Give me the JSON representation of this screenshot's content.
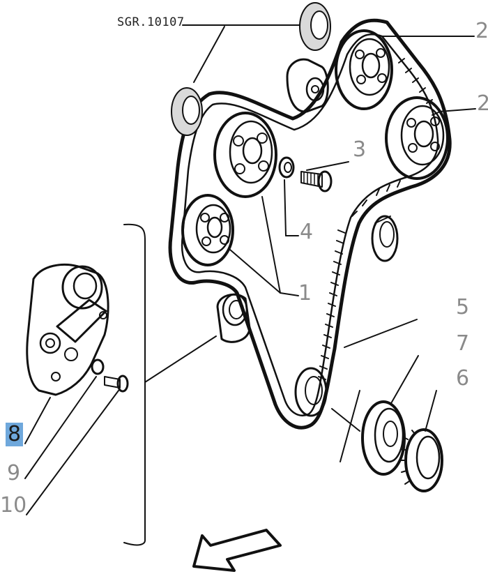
{
  "diagram": {
    "reference_code": "SGR.10107",
    "callouts": {
      "c1": "1",
      "c2a": "2",
      "c2b": "2",
      "c3": "3",
      "c4": "4",
      "c5": "5",
      "c6": "6",
      "c7": "7",
      "c8": "8",
      "c9": "9",
      "c10": "10"
    },
    "selected_callout": "8",
    "colors": {
      "line": "#111111",
      "callout_text": "#8a8a8a",
      "highlight": "#6fa8dc",
      "part_shade": "#d9d9d9"
    },
    "icons": {
      "direction": "direction-arrow-icon"
    }
  }
}
